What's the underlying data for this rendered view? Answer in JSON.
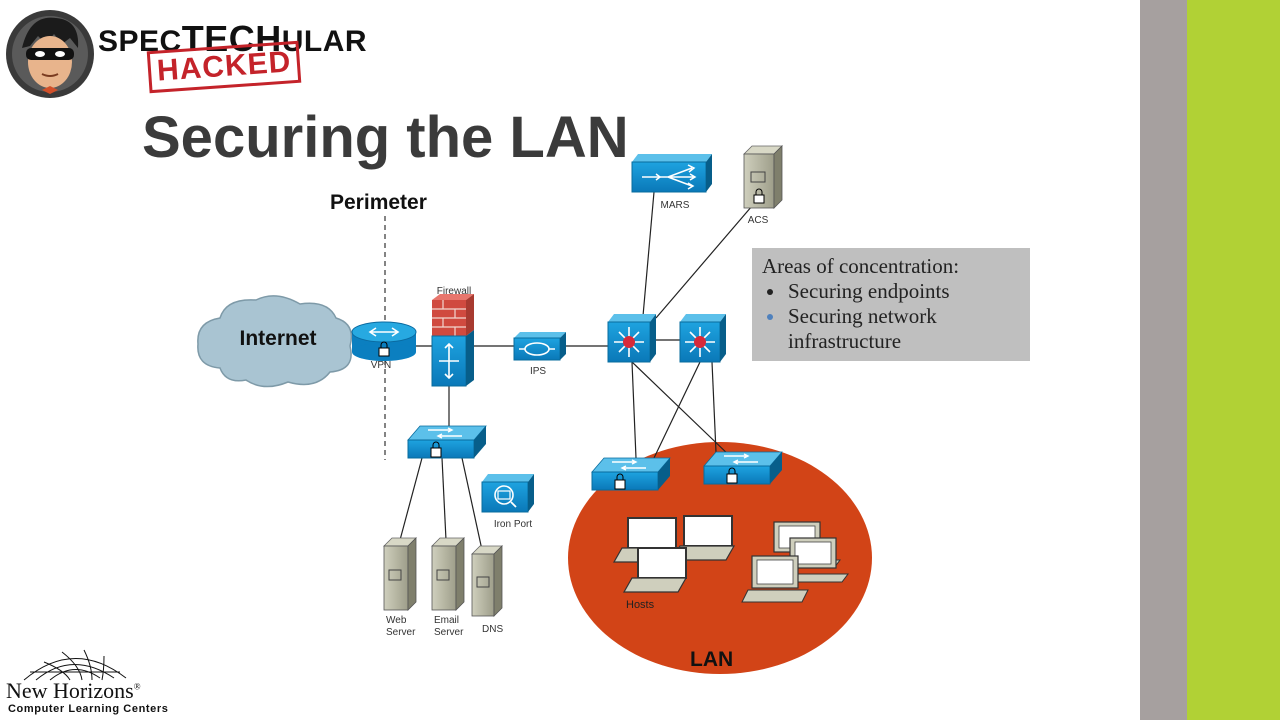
{
  "slide": {
    "title": "Securing the LAN",
    "accent_gray": "#a6a09f",
    "accent_green": "#b1d135"
  },
  "branding": {
    "word_prefix": "SPEC",
    "word_mid": "TECH",
    "word_suffix": "ULAR",
    "stamp": "HACKED",
    "mascot_icon": "masked-mascot-icon"
  },
  "diagram": {
    "perimeter_label": "Perimeter",
    "internet_label": "Internet",
    "lan_label": "LAN",
    "lan_color": "#d24417",
    "devices": {
      "vpn": "VPN",
      "firewall": "Firewall",
      "ips": "IPS",
      "mars": "MARS",
      "acs": "ACS",
      "iron_port": "Iron Port",
      "web_server_line1": "Web",
      "web_server_line2": "Server",
      "email_server_line1": "Email",
      "email_server_line2": "Server",
      "dns": "DNS",
      "hosts": "Hosts"
    }
  },
  "callout": {
    "heading": "Areas of concentration:",
    "items": [
      "Securing endpoints",
      "Securing network infrastructure"
    ]
  },
  "footer": {
    "company": "New Horizons",
    "registered": "®",
    "tagline": "Computer Learning Centers"
  }
}
